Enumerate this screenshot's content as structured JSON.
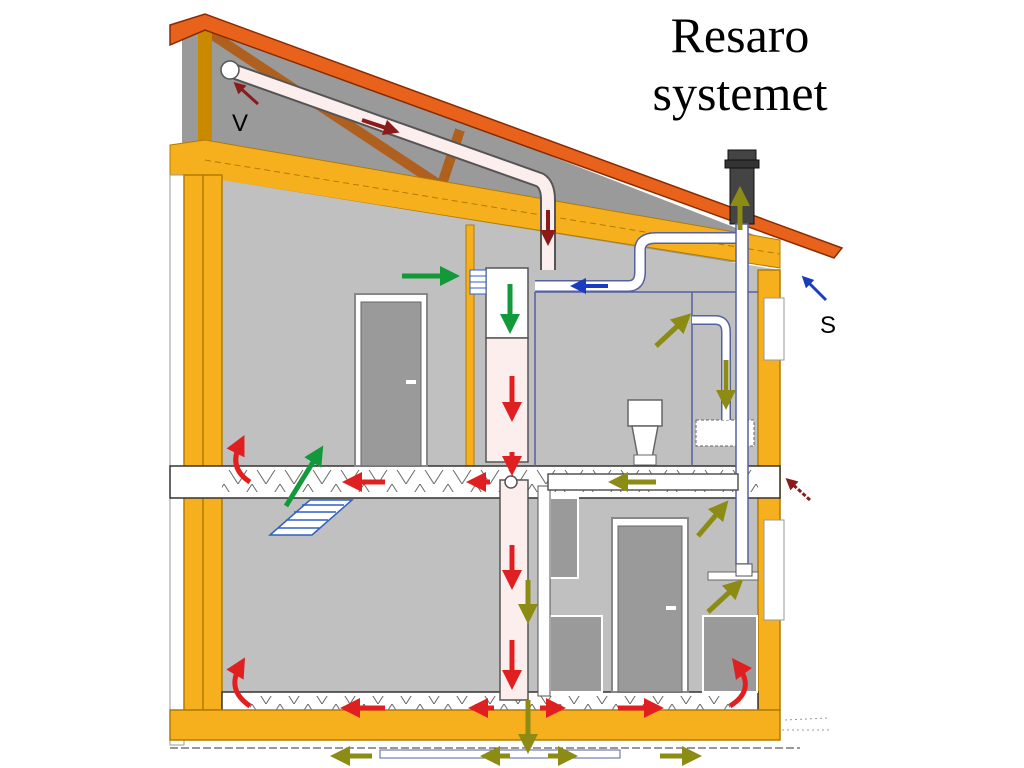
{
  "title": {
    "line1": "Resaro",
    "line2": "systemet"
  },
  "labels": {
    "v": "V",
    "s": "S"
  },
  "colors": {
    "timber": "#f6b01e",
    "timber_dark": "#c98a00",
    "roof": "#e8621c",
    "truss": "#b0601e",
    "wall_fill": "#c0c0c0",
    "attic_fill": "#9a9a9a",
    "supply_air": "#e02020",
    "extract_air": "#8c8c14",
    "fresh_air": "#129a3a",
    "exhaust_air": "#8b1a1a",
    "intake_air": "#1a3cc0"
  },
  "icons": [
    "door-icon",
    "toilet-icon",
    "sink-icon",
    "stair-icon",
    "chimney-cap-icon",
    "air-handler-unit"
  ]
}
